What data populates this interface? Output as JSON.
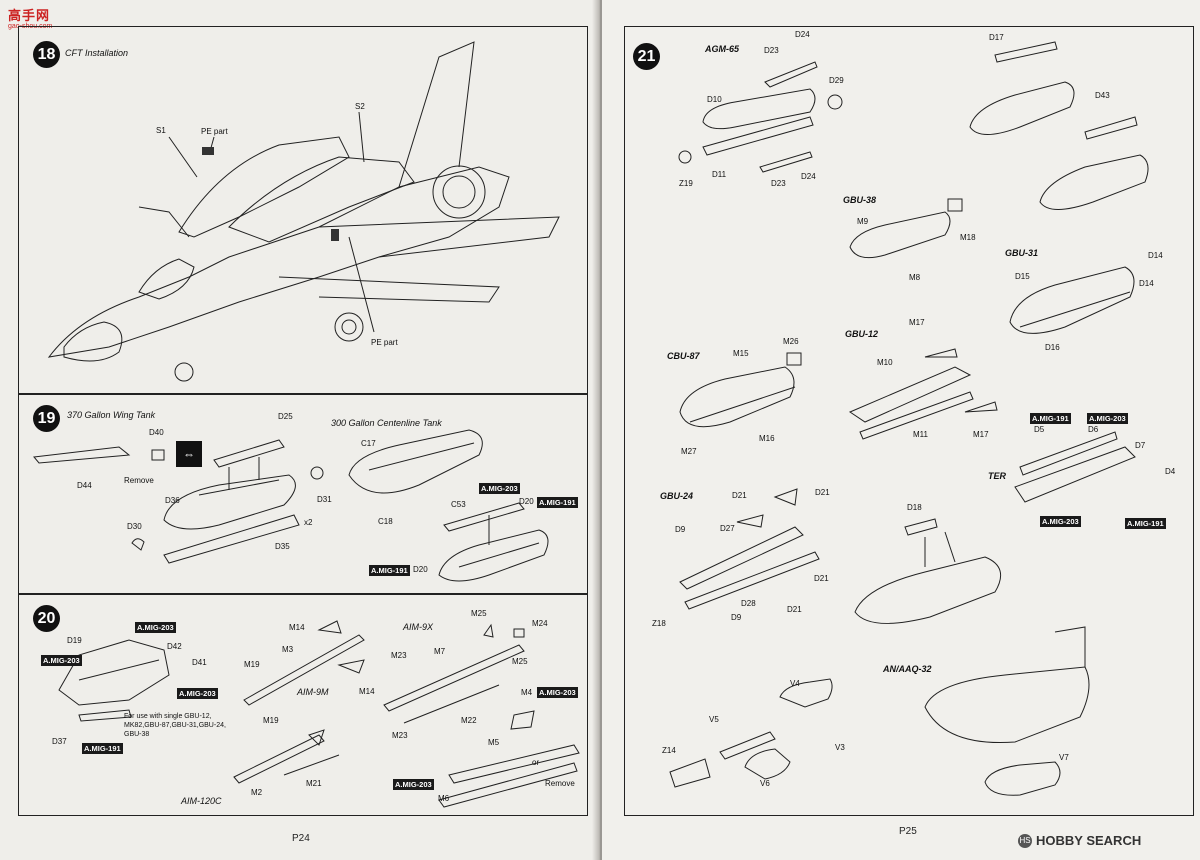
{
  "watermark": {
    "logo": "高手网",
    "url": "gao-shou.com"
  },
  "brand": {
    "name": "HOBBY SEARCH",
    "icon": "hobby-search-logo-icon"
  },
  "pages": {
    "left": "P24",
    "right": "P25"
  },
  "step18": {
    "number": "18",
    "title": "CFT Installation",
    "labels": {
      "s1": "S1",
      "pe1": "PE part",
      "s2": "S2",
      "pe2": "PE part"
    }
  },
  "step19": {
    "number": "19",
    "title": "370 Gallon Wing Tank",
    "subtitle": "300 Gallon Centenline Tank",
    "labels": {
      "d40": "D40",
      "d44": "D44",
      "remove": "Remove",
      "d25": "D25",
      "d36": "D36",
      "d31": "D31",
      "x2": "x2",
      "d30": "D30",
      "d35": "D35",
      "c17": "C17",
      "c18": "C18",
      "c53": "C53",
      "d20a": "D20",
      "d20b": "D20"
    },
    "paints": {
      "a": "A.MIG-203",
      "b": "A.MIG-191",
      "c": "A.MIG-191"
    }
  },
  "step20": {
    "number": "20",
    "labels": {
      "d19": "D19",
      "d42": "D42",
      "d41": "D41",
      "d37": "D37",
      "m14a": "M14",
      "m3": "M3",
      "m19a": "M19",
      "m14b": "M14",
      "m19b": "M19",
      "aim9x": "AIM-9X",
      "m25a": "M25",
      "m24": "M24",
      "m23a": "M23",
      "m7": "M7",
      "m25b": "M25",
      "m23b": "M23",
      "m22": "M22",
      "m4": "M4",
      "m5": "M5",
      "or": "or",
      "remove": "Remove",
      "m6": "M6",
      "aim9m": "AIM-9M",
      "m2": "M2",
      "m21": "M21",
      "aim120c": "AIM-120C"
    },
    "paints": {
      "a": "A.MIG-203",
      "b": "A.MIG-203",
      "c": "A.MIG-203",
      "d": "A.MIG-191",
      "e": "A.MIG-203",
      "f": "A.MIG-203"
    },
    "note": "For use with single GBU-12, MK82,GBU-87,GBU-31,GBU-24, GBU-38"
  },
  "step21": {
    "number": "21",
    "weapons": {
      "agm65": "AGM-65",
      "gbu38": "GBU-38",
      "gbu31": "GBU-31",
      "cbu87": "CBU-87",
      "gbu12": "GBU-12",
      "ter": "TER",
      "gbu24": "GBU-24",
      "anaaq32": "AN/AAQ-32"
    },
    "labels": {
      "d24a": "D24",
      "d23a": "D23",
      "d29": "D29",
      "d10": "D10",
      "z19": "Z19",
      "d11": "D11",
      "d23b": "D23",
      "d24b": "D24",
      "d17": "D17",
      "d43": "D43",
      "m9": "M9",
      "m18": "M18",
      "m8": "M8",
      "d14a": "D14",
      "d15": "D15",
      "d14b": "D14",
      "d16": "D16",
      "m26": "M26",
      "m15": "M15",
      "m27": "M27",
      "m16": "M16",
      "m17a": "M17",
      "m10": "M10",
      "m11": "M11",
      "m17b": "M17",
      "d5": "D5",
      "d6": "D6",
      "d7": "D7",
      "d4": "D4",
      "d21a": "D21",
      "d21b": "D21",
      "d9a": "D9",
      "d27": "D27",
      "d21c": "D21",
      "z18": "Z18",
      "d28": "D28",
      "d9b": "D9",
      "d21d": "D21",
      "d18": "D18",
      "v4": "V4",
      "v5": "V5",
      "v3": "V3",
      "z14": "Z14",
      "v6": "V6",
      "v7": "V7"
    },
    "paints": {
      "a": "A.MIG-191",
      "b": "A.MIG-203",
      "c": "A.MIG-203",
      "d": "A.MIG-191"
    }
  }
}
